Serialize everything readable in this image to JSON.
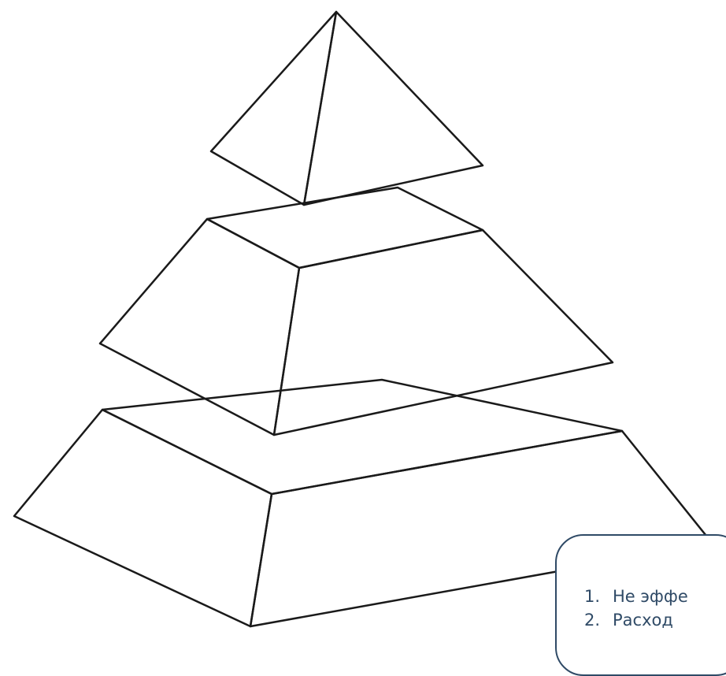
{
  "diagram": {
    "tiers": [
      {
        "name": "top-tier",
        "color": "#f5d21e"
      },
      {
        "name": "middle-tier",
        "color": "#1f5fd8"
      },
      {
        "name": "bottom-tier",
        "color": "#f55a10"
      }
    ],
    "callout": {
      "items": [
        {
          "number": "1.",
          "text": "Не эффе"
        },
        {
          "number": "2.",
          "text": "Расход"
        }
      ]
    }
  }
}
